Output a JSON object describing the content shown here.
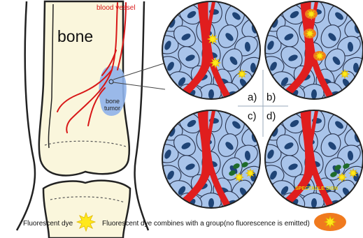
{
  "figure": {
    "bone_label": "bone",
    "blood_vessel_label": "blood vessel",
    "bone_tumor_label_line1": "bone",
    "bone_tumor_label_line2": "tumor",
    "panel_labels": {
      "a": "a)",
      "b": "b)",
      "c": "c)",
      "d": "d)"
    },
    "spectacle_label": "SPECTACLE SIGN"
  },
  "legend": {
    "dye_label": "Fluorescent dye",
    "combined_label": "Fluorescent dye combines with a group(no fluorescence is emitted)"
  },
  "colors": {
    "cell_fill": "#a9c4ea",
    "cell_stroke": "#2a3550",
    "nucleus": "#1f4476",
    "vessel": "#e01e1e",
    "dye": "#ffe81a",
    "dye_stroke": "#e0b800",
    "group": "#1f6b2a",
    "quenched_orange": "#f07a1e",
    "tumor_blob": "#8fb2ea",
    "bone_fill": "#faf6dc"
  }
}
